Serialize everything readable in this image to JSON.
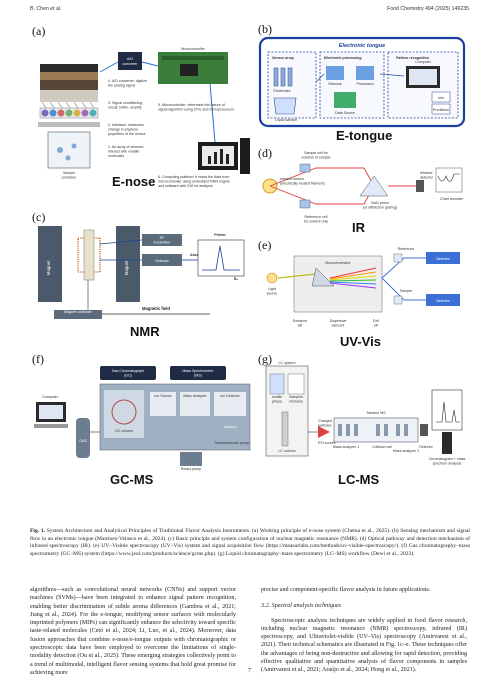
{
  "header": {
    "left": "B. Chen et al.",
    "right": "Food Chemistry 494 (2025) 146235"
  },
  "figure": {
    "panels": {
      "a": {
        "label": "(a)",
        "title": "E-nose",
        "notes": [
          "4. A/D converter: digitize the analog signal digital signal",
          "3. Signal conditioning circuit: buffer, amplify and filter the signals",
          "2. Interface: measures changes in physical properties of the sensor and measures responses",
          "1. An array of sensors: interact with volatile molecules generated during food storage",
          "5. Microcontroller: determine the nature of signal algorithm using CPU and microprocessor",
          "6. Computing platform: it reads the data from microcontroller using embedded RNN engine and software with GUI for analysis and output generation"
        ],
        "labels": [
          "A/D converter",
          "Microcontroller",
          "Sample container"
        ]
      },
      "b": {
        "label": "(b)",
        "title": "E-tongue",
        "box_title": "Electronic tongue",
        "sections": [
          "Sensor array",
          "Electronic processing",
          "Pattern recognition"
        ],
        "labels": [
          "Electrodes",
          "Liquid sample",
          "Network/Signals",
          "Processed signal",
          "Signal processing",
          "Data Source",
          "Computer",
          "Information extraction",
          "Prediction"
        ]
      },
      "c": {
        "label": "(c)",
        "title": "NMR",
        "labels": [
          "RF transmitter",
          "Detector",
          "Absorption",
          "Printer",
          "Magnet",
          "Magnet",
          "Magnet controller",
          "Magnetic field",
          "B0"
        ]
      },
      "d": {
        "label": "(d)",
        "title": "IR",
        "labels": [
          "Sample cell for solution of sample",
          "Infrared source (electrically heated filament)",
          "Reference cell for solvent only",
          "NaCl prism (or diffraction grating)",
          "Infrared detector",
          "Chart recorder"
        ]
      },
      "e": {
        "label": "(e)",
        "title": "UV-Vis",
        "labels": [
          "Monochromator",
          "Light source",
          "Entrance slit",
          "Dispersive element",
          "Exit slit",
          "Reference",
          "Sample",
          "Detector",
          "Detector"
        ]
      },
      "f": {
        "label": "(f)",
        "title": "GC-MS",
        "labels": [
          "Gas Chromatograph (GC)",
          "Mass Spectrometer (MS)",
          "Computer",
          "GC column",
          "Ion Source",
          "Mass Analyzer",
          "Ion Detector",
          "Vacuum",
          "Turbomolecular pump",
          "Rotary pump",
          "GAS"
        ]
      },
      "g": {
        "label": "(g)",
        "title": "LC-MS",
        "labels": [
          "LC system",
          "mobile phase",
          "Samples mixtures",
          "LC column",
          "Tandem MS",
          "Mass analyzer 1",
          "Collision cell",
          "Mass analyzer 2",
          "Detector",
          "Chromatogram + mass spectrum analysis",
          "Charged particles",
          "ESI source"
        ]
      }
    },
    "caption_lead": "Fig. 1.",
    "caption_title": "System Architecture and Analytical Principles of Traditional Flavor Analysis Instruments.",
    "caption_body": "(a) Working principle of e-nose system (Chetna et al., 2025). (b) Sensing mechanism and signal flow in an electronic tongue (Martínez-Velasco et al., 2024). (c) Basic principle and system configuration of nuclear magnetic resonance (NMR). (d) Optical pathway and detection mechanism of infrared spectroscopy (IR). (e) UV–Visible spectroscopy (UV–Vis) system and signal acquisition flow (https://measurlabs.com/methods/uv-visible-spectroscopy/). (f) Gas chromatography–mass spectrometry (GC–MS) system (https://www.jeol.com/products/science/gcms.php). (g) Liquid chromatography–mass spectrometry (LC–MS) workflow (Dewi et al., 2023)."
  },
  "body": {
    "left": "algorithms—such as convolutional neural networks (CNNs) and support vector machines (SVMs)—have been integrated to enhance signal pattern recognition, enabling better discrimination of subtle aroma differences (Gamboa et al., 2021; Jiang et al., 2024). For the e-tongue, modifying sensor surfaces with molecularly imprinted polymers (MIPs) can significantly enhance the selectivity toward specific taste-related molecules (Cetó et al., 2024; Li, Luo, et al., 2024). Moreover, data fusion approaches that combine e-nose/e-tongue outputs with chromatographic or spectroscopic data have been employed to overcome the limitations of single-modality detection (Ou et al., 2025). These emerging strategies collectively point to a trend of multimodal, intelligent flavor sensing systems that hold great promise for achieving more",
    "right_intro": "precise and component-specific flavor analysis in future applications.",
    "section_heading": "3.2. Spectral analysis techniques",
    "right_para": "Spectroscopic analysis techniques are widely applied in food flavor research, including nuclear magnetic resonance (NMR) spectroscopy, infrared (IR) spectroscopy, and Ultraviolet-visible (UV–Vis) spectroscopy (Amirvaresi et al., 2021). Their technical schematics are illustrated in Fig. 1c–e. These techniques offer the advantages of being non-destructive and allowing for rapid detection, providing effective qualitative and quantitative analysis of flavor components in samples (Amirvaresi et al., 2021; Araújo et al., 2024; Hong et al., 2021)."
  },
  "page_number": "7"
}
